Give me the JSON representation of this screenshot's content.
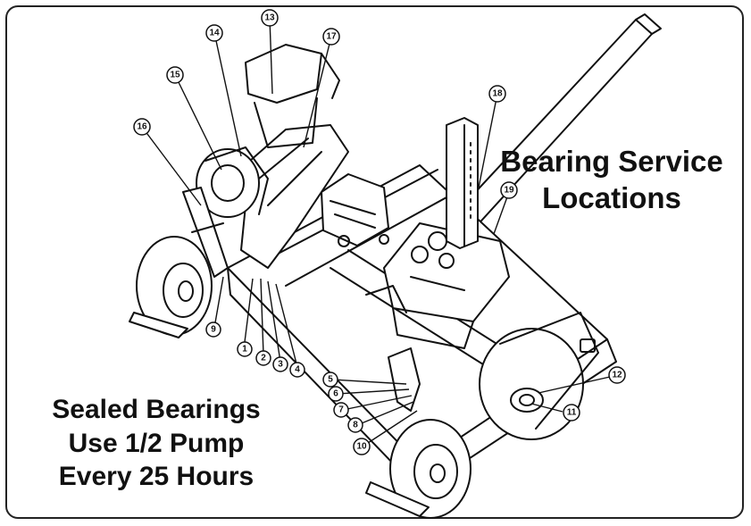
{
  "headings": {
    "bearing_service": [
      "Bearing Service",
      "Locations"
    ],
    "sealed": [
      "Sealed Bearings",
      "Use 1/2 Pump",
      "Every 25 Hours"
    ]
  },
  "callouts": [
    "1",
    "2",
    "3",
    "4",
    "5",
    "6",
    "7",
    "8",
    "9",
    "10",
    "11",
    "12",
    "13",
    "14",
    "15",
    "16",
    "17",
    "18",
    "19"
  ],
  "colors": {
    "ink": "#111111",
    "frame": "#222222",
    "background": "#ffffff"
  }
}
